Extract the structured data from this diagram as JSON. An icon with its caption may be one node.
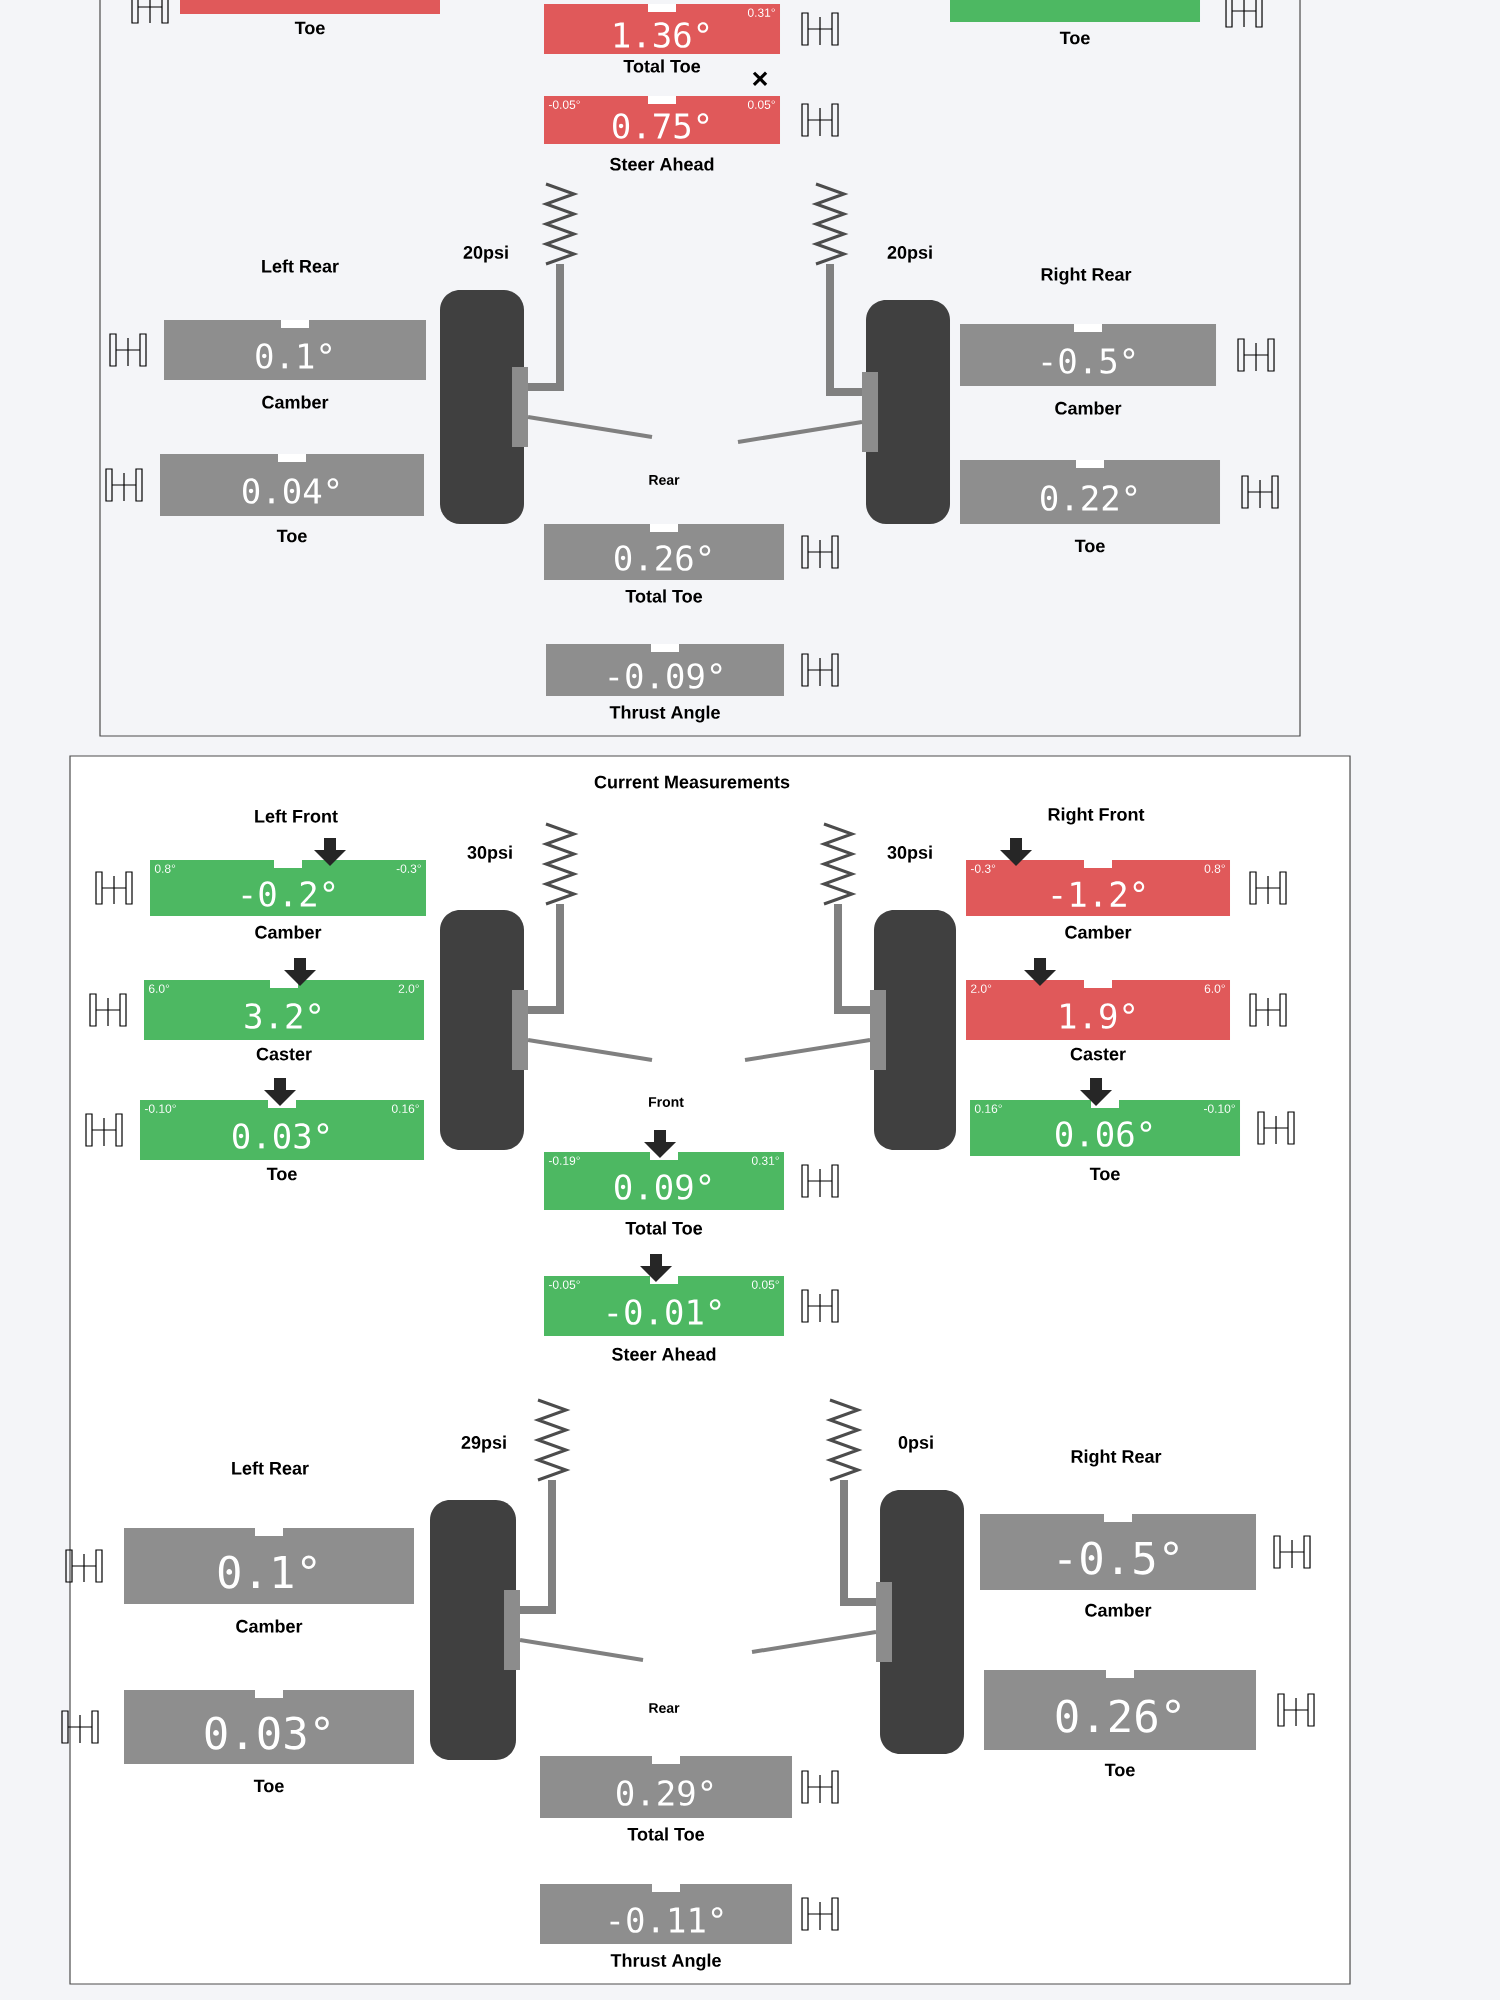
{
  "diagram": {
    "nodes": [
      {
        "text": [
          "Toe"
        ]
      },
      {
        "text": [
          "0.31°",
          "1.36°",
          "Total Toe"
        ]
      },
      {
        "text": [
          "Toe"
        ]
      },
      {
        "text": [
          "-0.05°",
          "0.05°",
          "0.75°",
          "Steer Ahead"
        ]
      },
      {
        "text": [
          "0.1°",
          "Camber"
        ]
      },
      {
        "text": [
          "0.04°",
          "Toe"
        ]
      },
      {
        "text": [
          "-0.5°",
          "Camber"
        ]
      },
      {
        "text": [
          "0.22°",
          "Toe"
        ]
      },
      {
        "text": [
          "0.26°",
          "Total Toe"
        ]
      },
      {
        "text": [
          "-0.09°",
          "Thrust Angle"
        ]
      },
      {
        "text": [
          "0.8°",
          "-0.3°",
          "-0.2°",
          "Camber"
        ]
      },
      {
        "text": [
          "6.0°",
          "2.0°",
          "3.2°",
          "Caster"
        ]
      },
      {
        "text": [
          "-0.10°",
          "0.16°",
          "0.03°",
          "Toe"
        ]
      },
      {
        "text": [
          "-0.3°",
          "0.8°",
          "-1.2°",
          "Camber"
        ]
      },
      {
        "text": [
          "2.0°",
          "6.0°",
          "1.9°",
          "Caster"
        ]
      },
      {
        "text": [
          "0.16°",
          "-0.10°",
          "0.06°",
          "Toe"
        ]
      },
      {
        "text": [
          "-0.19°",
          "0.31°",
          "0.09°",
          "Total Toe"
        ]
      },
      {
        "text": [
          "-0.05°",
          "0.05°",
          "-0.01°",
          "Steer Ahead"
        ]
      },
      {
        "text": [
          "0.1°",
          "Camber"
        ]
      },
      {
        "text": [
          "0.03°",
          "Toe"
        ]
      },
      {
        "text": [
          "-0.5°",
          "Camber"
        ]
      },
      {
        "text": [
          "0.26°",
          "Toe"
        ]
      },
      {
        "text": [
          "0.29°",
          "Total Toe"
        ]
      },
      {
        "text": [
          "-0.11°",
          "Thrust Angle"
        ]
      }
    ],
    "labels": [
      "×",
      "Left Rear",
      "20psi",
      "20psi",
      "Right Rear",
      "Rear",
      "Current Measurements",
      "Left Front",
      "30psi",
      "30psi",
      "Right Front",
      "Front",
      "Left Rear",
      "29psi",
      "0psi",
      "Right Rear",
      "Rear"
    ]
  }
}
